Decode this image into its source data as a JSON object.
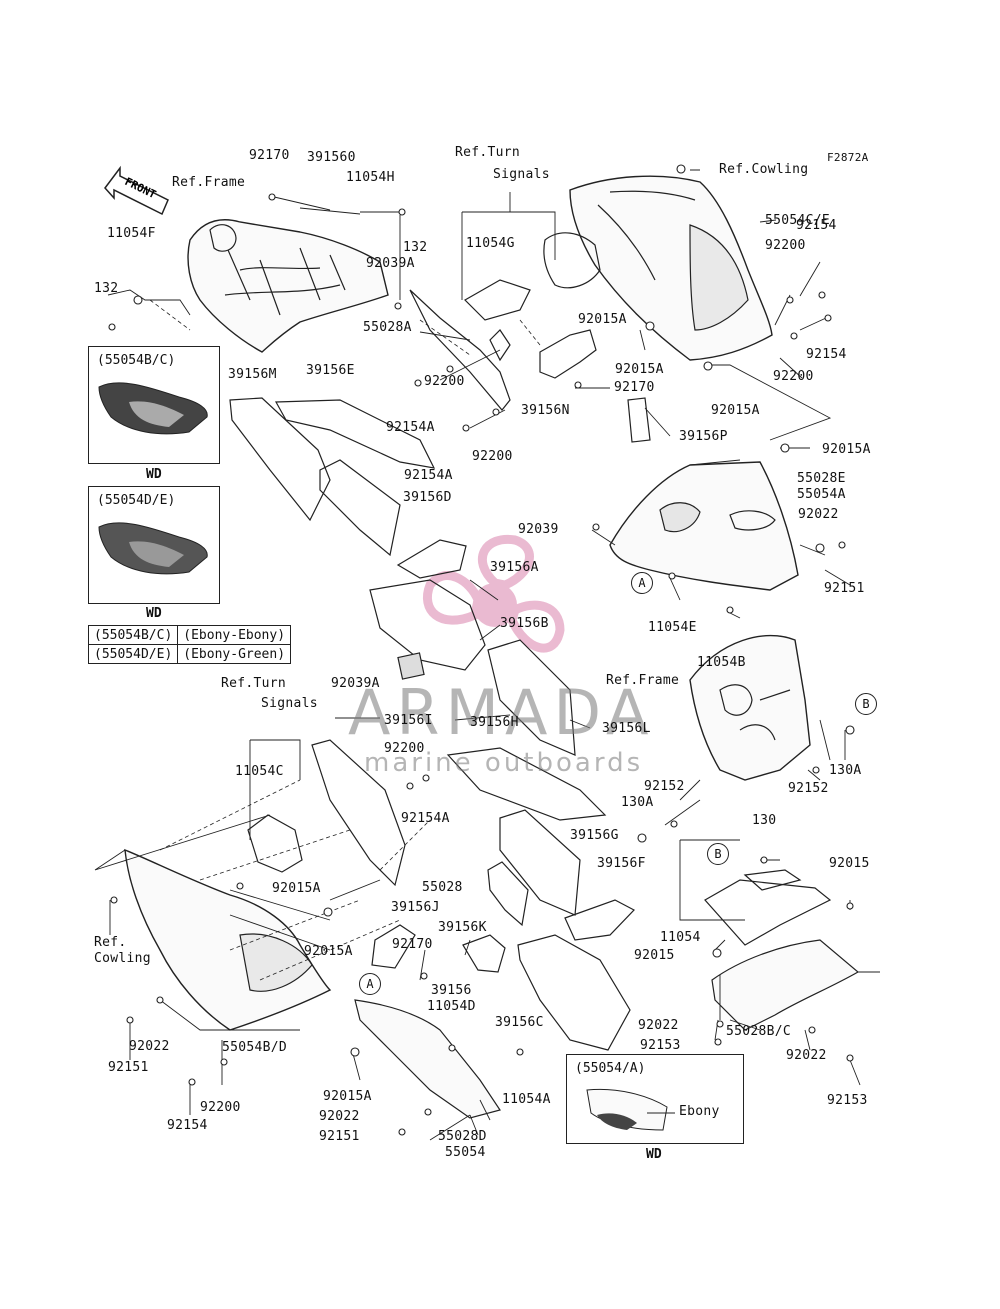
{
  "figure_code": "F2872A",
  "front_label": "FRONT",
  "watermark": {
    "brand": "ARMADA",
    "tagline": "marine outboards",
    "color": "#e6a9c6"
  },
  "inset_boxes": [
    {
      "title": "(55054B/C)",
      "footer": "WD"
    },
    {
      "title": "(55054D/E)",
      "footer": "WD"
    },
    {
      "title": "(55054/A)",
      "footer": "WD",
      "callout": "Ebony"
    }
  ],
  "color_table": [
    {
      "part": "(55054B/C)",
      "color": "(Ebony-Ebony)"
    },
    {
      "part": "(55054D/E)",
      "color": "(Ebony-Green)"
    }
  ],
  "circle_refs": [
    "A",
    "A",
    "B",
    "B"
  ],
  "labels": [
    "92170",
    "391560",
    "11054H",
    "Ref.Frame",
    "132",
    "92039A",
    "11054F",
    "132",
    "Ref.Turn",
    "Signals",
    "11054G",
    "Ref.Cowling",
    "55054C/E",
    "92154",
    "92200",
    "92154",
    "92200",
    "55028A",
    "92015A",
    "92015A",
    "92170",
    "92015A",
    "39156P",
    "92015A",
    "39156M",
    "39156E",
    "92200",
    "92154A",
    "39156N",
    "92200",
    "92154A",
    "39156D",
    "55028E",
    "55054A",
    "92039",
    "92022",
    "92151",
    "11054E",
    "11054B",
    "39156A",
    "39156B",
    "92039A",
    "Ref.Frame",
    "Ref.Turn",
    "Signals",
    "39156I",
    "39156H",
    "39156L",
    "92200",
    "11054C",
    "92154A",
    "130A",
    "92152",
    "92152",
    "130A",
    "130",
    "39156G",
    "55028",
    "39156F",
    "92015A",
    "39156J",
    "92015A",
    "39156K",
    "92170",
    "92015",
    "11054",
    "92015",
    "Ref.",
    "Cowling",
    "39156",
    "11054D",
    "39156C",
    "92022",
    "92153",
    "55028B/C",
    "92022",
    "92153",
    "92151",
    "92022",
    "55054B/D",
    "92200",
    "92154",
    "92015A",
    "11054A",
    "92022",
    "92151",
    "55028D",
    "55054"
  ]
}
